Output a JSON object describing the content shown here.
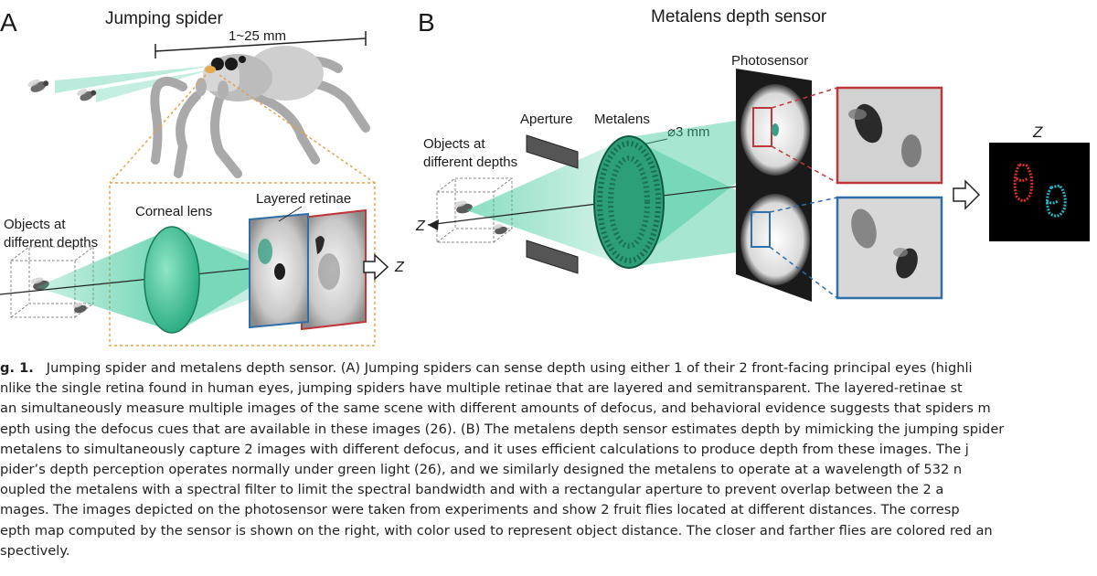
{
  "panel_a": {
    "letter": "A",
    "title": "Jumping spider",
    "scale_label": "1~25 mm",
    "objects_label": [
      "Objects at",
      "different depths"
    ],
    "corneal_lens_label": "Corneal lens",
    "retinae_label": "Layered retinae",
    "axis_label": "Z"
  },
  "panel_b": {
    "letter": "B",
    "title": "Metalens depth sensor",
    "photosensor_label": "Photosensor",
    "aperture_label": "Aperture",
    "metalens_label": "Metalens",
    "diameter_label": "⌀3 mm",
    "objects_label": [
      "Objects at",
      "different depths"
    ],
    "axis_label": "Z",
    "depth_map_label": "Z"
  },
  "colors": {
    "beam_green": "#3cc79a",
    "lens_green": "#2fbf8f",
    "retina_blue": "#2e6fa8",
    "retina_red": "#c0363d",
    "magnifier_orange": "#e8a14a",
    "near_fly": "#e0302a",
    "far_fly": "#22b8c8"
  },
  "caption": {
    "fig_label": "g. 1.",
    "lines": [
      "Jumping spider and metalens depth sensor. (A) Jumping spiders can sense depth using either 1 of their 2 front-facing principal eyes (highli",
      "nlike the single retina found in human eyes, jumping spiders have multiple retinae that are layered and semitransparent. The layered-retinae st",
      "an simultaneously measure multiple images of the same scene with different amounts of defocus, and behavioral evidence suggests that spiders m",
      "epth using the defocus cues that are available in these images (26). (B) The metalens depth sensor estimates depth by mimicking the jumping spider",
      "metalens to simultaneously capture 2 images with different defocus, and it uses efficient calculations to produce depth from these images. The j",
      "pider’s depth perception operates normally under green light (26), and we similarly designed the metalens to operate at a wavelength of 532 n",
      "oupled the metalens with a spectral filter to limit the spectral bandwidth and with a rectangular aperture to prevent overlap between the 2 a",
      "mages. The images depicted on the photosensor were taken from experiments and show 2 fruit flies located at different distances. The corresp",
      "epth map computed by the sensor is shown on the right, with color used to represent object distance. The closer and farther flies are colored red an",
      "spectively."
    ]
  }
}
